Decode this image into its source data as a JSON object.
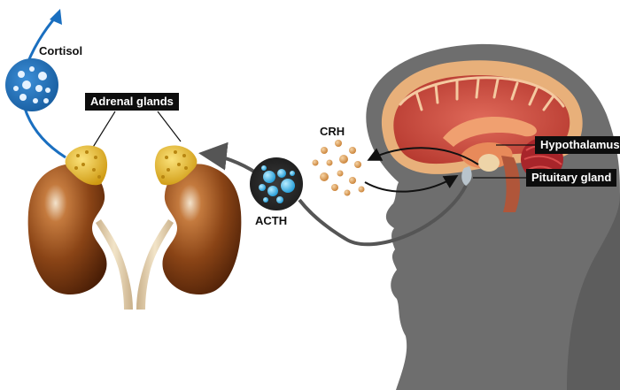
{
  "labels": {
    "cortisol": "Cortisol",
    "adrenal_glands": "Adrenal glands",
    "crh": "CRH",
    "acth": "ACTH",
    "hypothalamus": "Hypothalamus",
    "pituitary_gland": "Pituitary gland"
  },
  "colors": {
    "background": "#ffffff",
    "label_box": "#0d0d0d",
    "arrow_blue": "#1a6fc0",
    "arrow_gray": "#555555",
    "head_silhouette": "#6e6e6e",
    "kidney": "#7a3a10",
    "adrenal": "#e3b523",
    "crh_particles": "#d99a4e",
    "acth_particles": "#4fc3f0",
    "cortisol_circle": "#1f74bf"
  }
}
